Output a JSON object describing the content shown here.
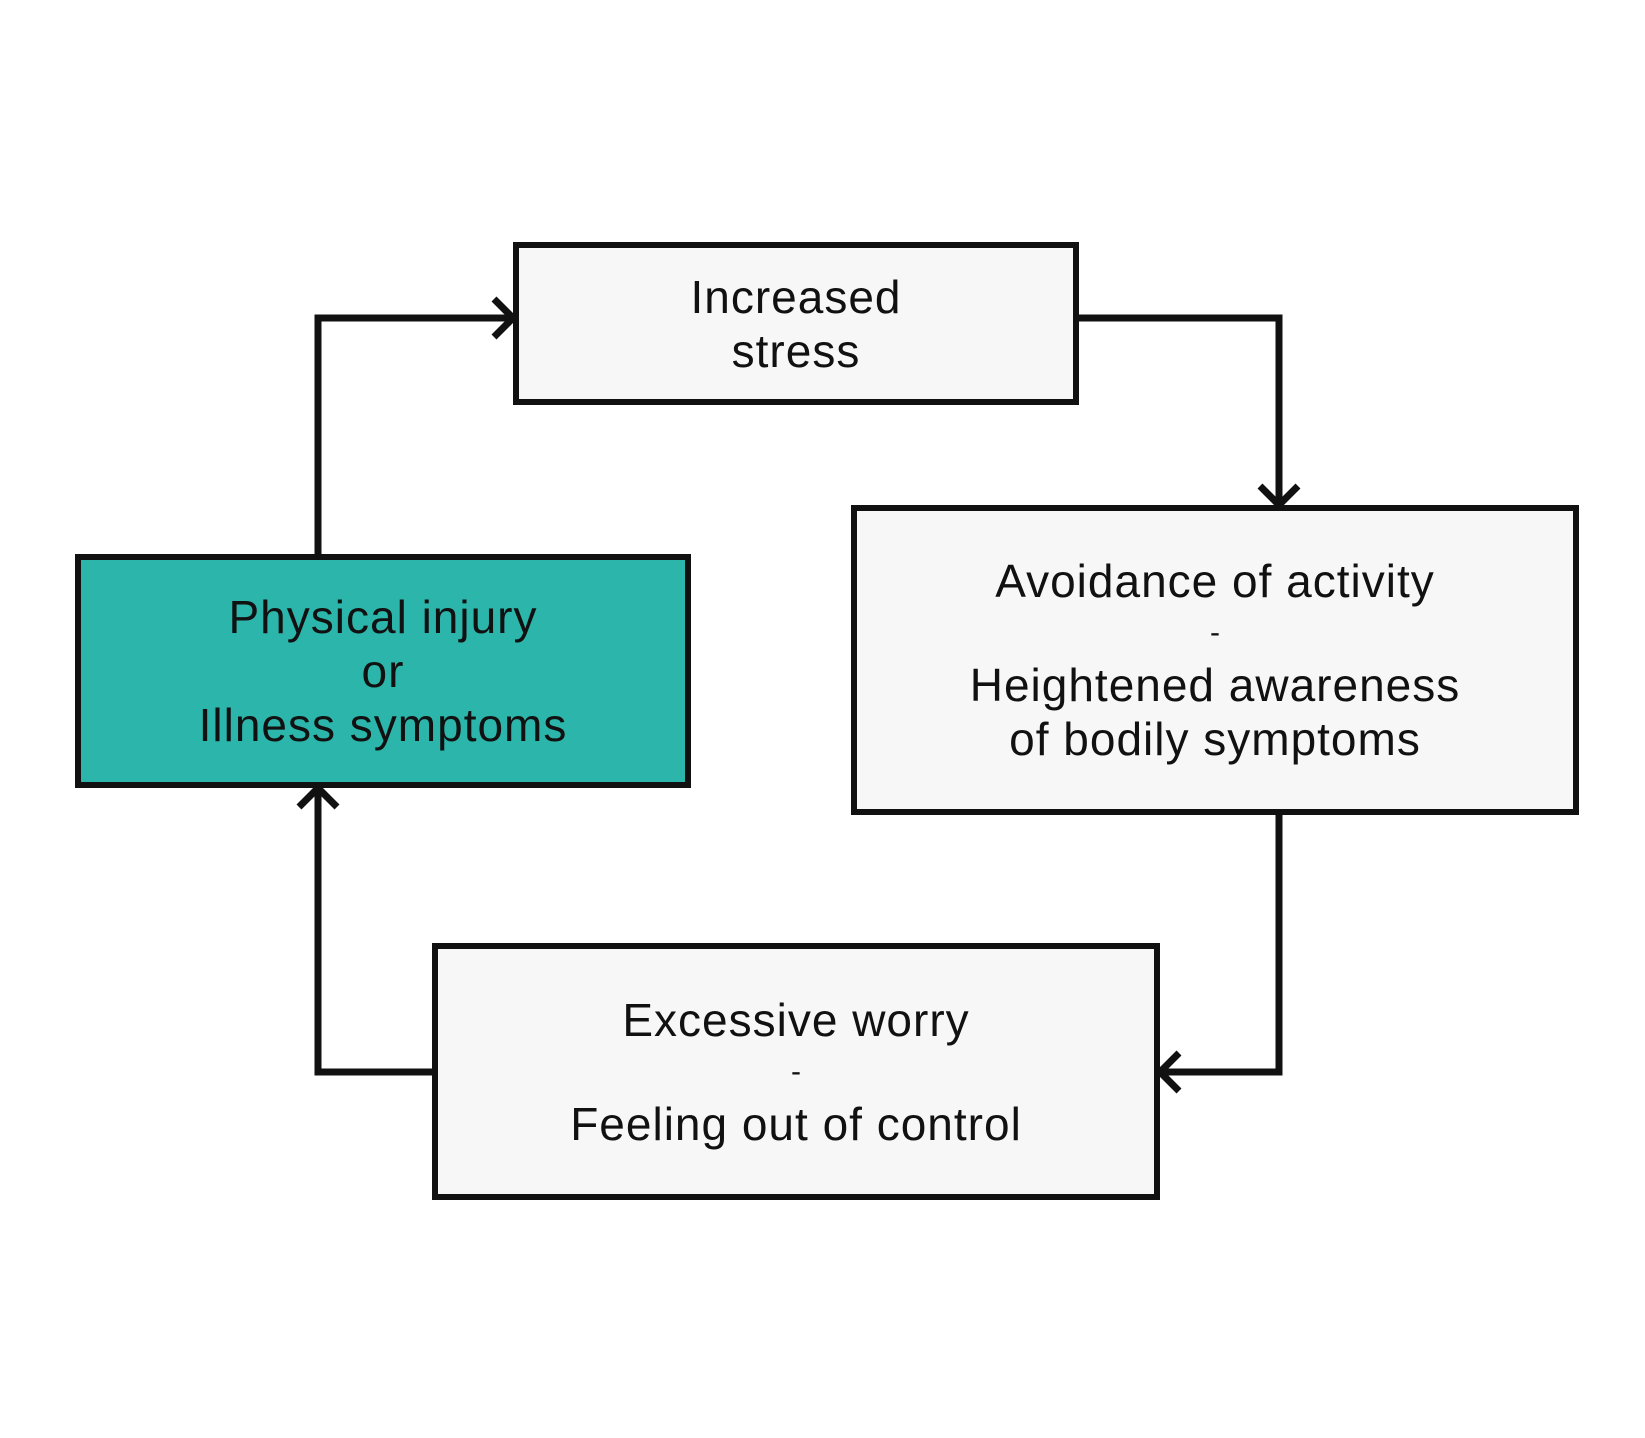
{
  "nodes": {
    "increased_stress": {
      "lines": [
        "Increased",
        "stress"
      ],
      "fill": "#f7f7f7"
    },
    "avoidance": {
      "line1": "Avoidance of activity",
      "separator": "-",
      "line2": "Heightened awareness",
      "line3": "of bodily symptoms",
      "fill": "#f7f7f7"
    },
    "excessive_worry": {
      "line1": "Excessive worry",
      "separator": "-",
      "line2": "Feeling out of control",
      "fill": "#f7f7f7"
    },
    "physical_injury": {
      "lines": [
        "Physical injury",
        "or",
        "Illness symptoms"
      ],
      "fill": "#2bb5ab"
    }
  },
  "edges": [
    {
      "from": "physical_injury",
      "to": "increased_stress"
    },
    {
      "from": "increased_stress",
      "to": "avoidance"
    },
    {
      "from": "avoidance",
      "to": "excessive_worry"
    },
    {
      "from": "excessive_worry",
      "to": "physical_injury"
    }
  ],
  "colors": {
    "stroke": "#111111",
    "accent": "#2bb5ab",
    "box_fill": "#f7f7f7",
    "background": "#ffffff"
  }
}
